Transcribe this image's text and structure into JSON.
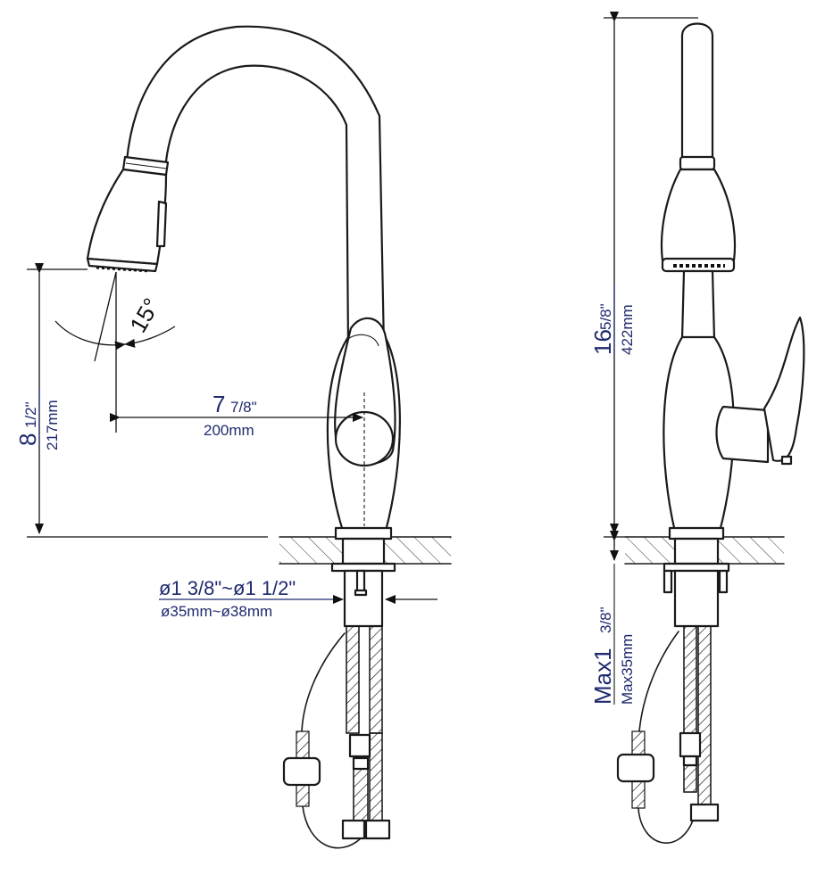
{
  "dimensions": {
    "spout_height": {
      "whole": "8",
      "fraction": "1/2\"",
      "metric": "217mm"
    },
    "reach": {
      "whole": "7",
      "fraction": "7/8\"",
      "metric": "200mm"
    },
    "angle": {
      "value": "15°"
    },
    "total_height": {
      "whole": "16",
      "fraction": "5/8\"",
      "metric": "422mm"
    },
    "hole_diameter": {
      "text": "ø1  3/8\"~ø1  1/2\"",
      "metric": "ø35mm~ø38mm"
    },
    "deck_thickness": {
      "whole": "Max1",
      "fraction": "3/8\"",
      "metric": "Max35mm"
    }
  },
  "colors": {
    "dimension_text": "#1f2a6e",
    "outline": "#1a1a1a"
  }
}
